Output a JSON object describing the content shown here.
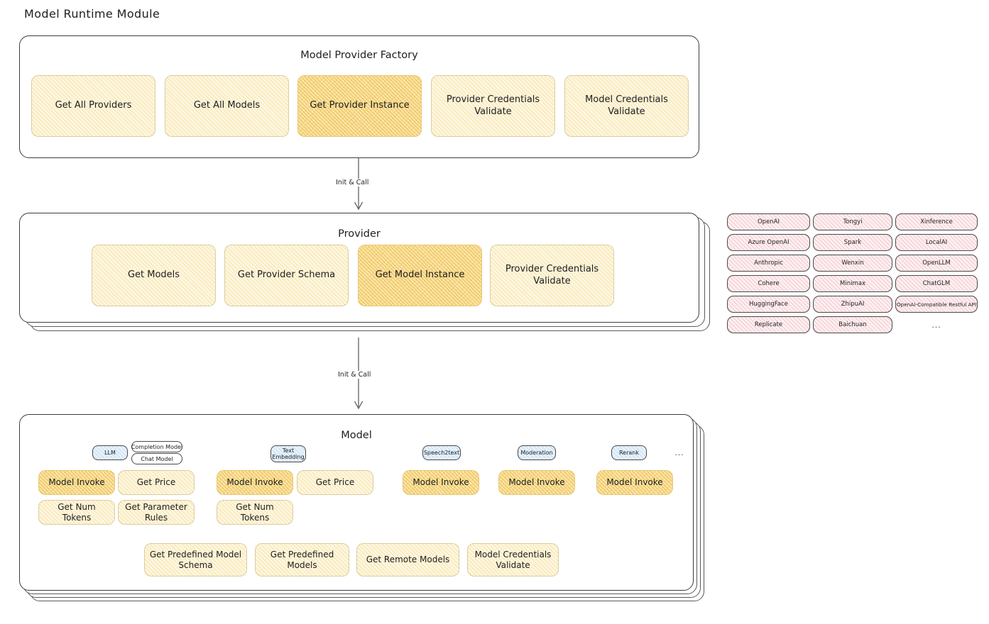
{
  "page": {
    "title": "Model Runtime Module"
  },
  "factory": {
    "title": "Model Provider Factory",
    "nodes": [
      {
        "label": "Get All Providers",
        "highlighted": false
      },
      {
        "label": "Get All Models",
        "highlighted": false
      },
      {
        "label": "Get Provider Instance",
        "highlighted": true
      },
      {
        "label": "Provider Credentials Validate",
        "highlighted": false
      },
      {
        "label": "Model Credentials Validate",
        "highlighted": false
      }
    ]
  },
  "arrow1": {
    "label": "Init & Call"
  },
  "provider": {
    "title": "Provider",
    "nodes": [
      {
        "label": "Get Models",
        "highlighted": false
      },
      {
        "label": "Get Provider Schema",
        "highlighted": false
      },
      {
        "label": "Get Model Instance",
        "highlighted": true
      },
      {
        "label": "Provider Credentials Validate",
        "highlighted": false
      }
    ]
  },
  "arrow2": {
    "label": "Init & Call"
  },
  "provider_list": {
    "columns": [
      [
        "OpenAI",
        "Azure OpenAI",
        "Anthropic",
        "Cohere",
        "HuggingFace",
        "Replicate"
      ],
      [
        "Tongyi",
        "Spark",
        "Wenxin",
        "Minimax",
        "ZhipuAI",
        "Baichuan"
      ],
      [
        "Xinference",
        "LocalAI",
        "OpenLLM",
        "ChatGLM",
        "OpenAI-Compatible Restful API"
      ]
    ],
    "more": "..."
  },
  "model": {
    "title": "Model",
    "more": "...",
    "types": [
      {
        "tag": "LLM",
        "subtags": [
          "Completion Model",
          "Chat Model"
        ],
        "nodes": [
          {
            "label": "Model Invoke",
            "highlighted": true
          },
          {
            "label": "Get Price",
            "highlighted": false
          },
          {
            "label": "Get Num Tokens",
            "highlighted": false
          },
          {
            "label": "Get Parameter Rules",
            "highlighted": false
          }
        ]
      },
      {
        "tag": "Text Embedding",
        "subtags": [],
        "nodes": [
          {
            "label": "Model Invoke",
            "highlighted": true
          },
          {
            "label": "Get Price",
            "highlighted": false
          },
          {
            "label": "Get Num Tokens",
            "highlighted": false
          }
        ]
      },
      {
        "tag": "Speech2text",
        "subtags": [],
        "nodes": [
          {
            "label": "Model Invoke",
            "highlighted": true
          }
        ]
      },
      {
        "tag": "Moderation",
        "subtags": [],
        "nodes": [
          {
            "label": "Model Invoke",
            "highlighted": true
          }
        ]
      },
      {
        "tag": "Rerank",
        "subtags": [],
        "nodes": [
          {
            "label": "Model Invoke",
            "highlighted": true
          }
        ]
      }
    ],
    "common_nodes": [
      {
        "label": "Get Predefined Model Schema"
      },
      {
        "label": "Get Predefined Models"
      },
      {
        "label": "Get Remote Models"
      },
      {
        "label": "Model Credentials Validate"
      }
    ]
  },
  "colors": {
    "node_fill": "#fdf6e0",
    "node_fill_strong": "#fbe6ac",
    "provider_tag_fill": "#fdeff1",
    "model_tag_fill": "#e8f2fb",
    "stroke": "#3d3d3d"
  }
}
